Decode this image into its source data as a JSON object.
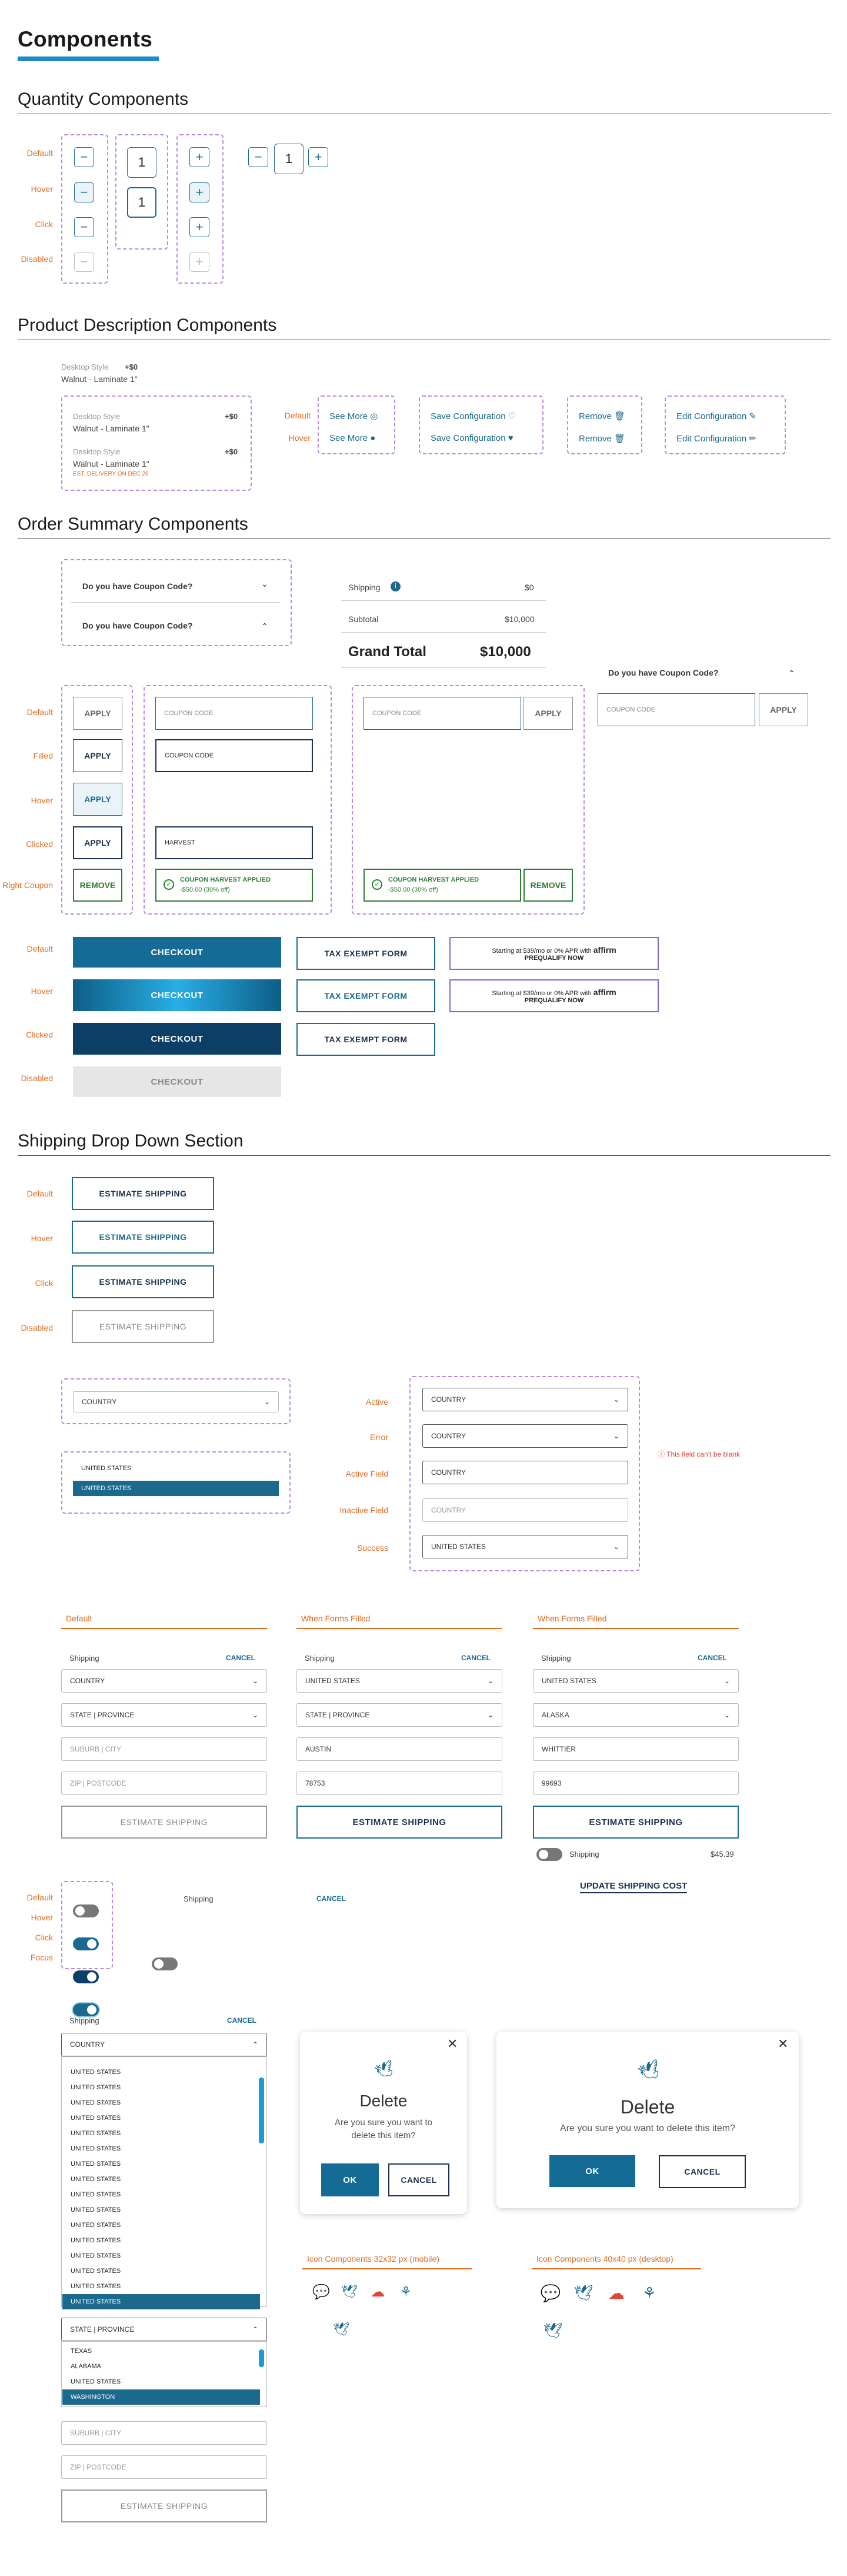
{
  "page_title": "Components",
  "quantity": {
    "heading": "Quantity Components",
    "states": [
      "Default",
      "Hover",
      "Click",
      "Disabled"
    ],
    "value": "1",
    "minus": "−",
    "plus": "+"
  },
  "product": {
    "heading": "Product Description Components",
    "plain": {
      "style_label": "Desktop Style",
      "price": "+$0",
      "name": "Walnut - Laminate 1\""
    },
    "card": {
      "row1": {
        "style_label": "Desktop Style",
        "price": "+$0",
        "name": "Walnut - Laminate 1\""
      },
      "row2": {
        "style_label": "Desktop Style",
        "price": "+$0",
        "name": "Walnut - Laminate 1\"",
        "note": "EST. DELIVERY ON DEC 26"
      }
    },
    "states": [
      "Default",
      "Hover"
    ],
    "see_more": "See More",
    "save_config": "Save Configuration",
    "remove": "Remove",
    "edit_config": "Edit Configuration"
  },
  "order": {
    "heading": "Order Summary Components",
    "coupon_question": "Do you have Coupon Code?",
    "shipping_label": "Shipping",
    "shipping_value": "$0",
    "subtotal_label": "Subtotal",
    "subtotal_value": "$10,000",
    "grand_label": "Grand Total",
    "grand_value": "$10,000",
    "states": [
      "Default",
      "Filled",
      "Hover",
      "Clicked",
      "Right Coupon"
    ],
    "apply": "APPLY",
    "remove": "REMOVE",
    "coupon_placeholder": "COUPON CODE",
    "coupon_filled": "HARVEST",
    "coupon_applied": "COUPON HARVEST APPLIED",
    "coupon_savings": "-$50.00 (30% off)",
    "checkout_states": [
      "Default",
      "Hover",
      "Clicked",
      "Disabled"
    ],
    "checkout": "CHECKOUT",
    "tax_exempt": "TAX EXEMPT FORM",
    "affirm_line1": "Starting at $39/mo or 0% APR with",
    "affirm_brand": "affirm",
    "affirm_line2": "PREQUALIFY NOW"
  },
  "shipping": {
    "heading": "Shipping Drop Down Section",
    "states": [
      "Default",
      "Hover",
      "Click",
      "Disabled"
    ],
    "estimate": "ESTIMATE SHIPPING",
    "country": "COUNTRY",
    "country_options": [
      "UNITED STATES",
      "UNITED STATES"
    ],
    "field_states": [
      "Active",
      "Error",
      "Active Field",
      "Inactive Field",
      "Success"
    ],
    "error_msg": "This field can't be blank",
    "united_states": "UNITED STATES",
    "forms": [
      {
        "title": "Default",
        "shipping": "Shipping",
        "cancel": "CANCEL",
        "country": "COUNTRY",
        "state": "STATE | PROVINCE",
        "city": "SUBURB | CITY",
        "zip": "ZIP | POSTCODE",
        "button": "ESTIMATE SHIPPING"
      },
      {
        "title": "When Forms Filled",
        "shipping": "Shipping",
        "cancel": "CANCEL",
        "country": "UNITED STATES",
        "state": "STATE | PROVINCE",
        "city": "AUSTIN",
        "zip": "78753",
        "button": "ESTIMATE SHIPPING"
      },
      {
        "title": "When Forms Filled",
        "shipping": "Shipping",
        "cancel": "CANCEL",
        "country": "UNITED STATES",
        "state": "ALASKA",
        "city": "WHITTIER",
        "zip": "99693",
        "button": "ESTIMATE SHIPPING"
      }
    ],
    "toggle_shipping": "Shipping",
    "toggle_price": "$45.39",
    "update_cost": "UPDATE SHIPPING COST",
    "toggle_states": [
      "Default",
      "Hover",
      "Click",
      "Focus"
    ],
    "shipping_word": "Shipping",
    "cancel": "CANCEL",
    "dropdown": {
      "shipping": "Shipping",
      "cancel": "CANCEL",
      "country": "COUNTRY",
      "items": [
        "UNITED STATES",
        "UNITED STATES",
        "UNITED STATES",
        "UNITED STATES",
        "UNITED STATES",
        "UNITED STATES",
        "UNITED STATES",
        "UNITED STATES",
        "UNITED STATES",
        "UNITED STATES",
        "UNITED STATES",
        "UNITED STATES",
        "UNITED STATES",
        "UNITED STATES",
        "UNITED STATES",
        "UNITED STATES"
      ],
      "state": "STATE | PROVINCE",
      "state_items": [
        "TEXAS",
        "ALABAMA",
        "UNITED STATES",
        "WASHINGTON"
      ],
      "city": "SUBURB | CITY",
      "zip": "ZIP | POSTCODE",
      "button": "ESTIMATE SHIPPING"
    }
  },
  "modal": {
    "title": "Delete",
    "body": "Are you sure you want to delete this item?",
    "ok": "OK",
    "cancel": "CANCEL"
  },
  "icons": {
    "mobile_title": "Icon Components 32x32 px (mobile)",
    "desktop_title": "Icon Components 40x40 px (desktop)"
  },
  "colors": {
    "accent": "#1b6a8e",
    "orange": "#e06c1f",
    "dash": "#b98be0",
    "green": "#2e7d32"
  }
}
